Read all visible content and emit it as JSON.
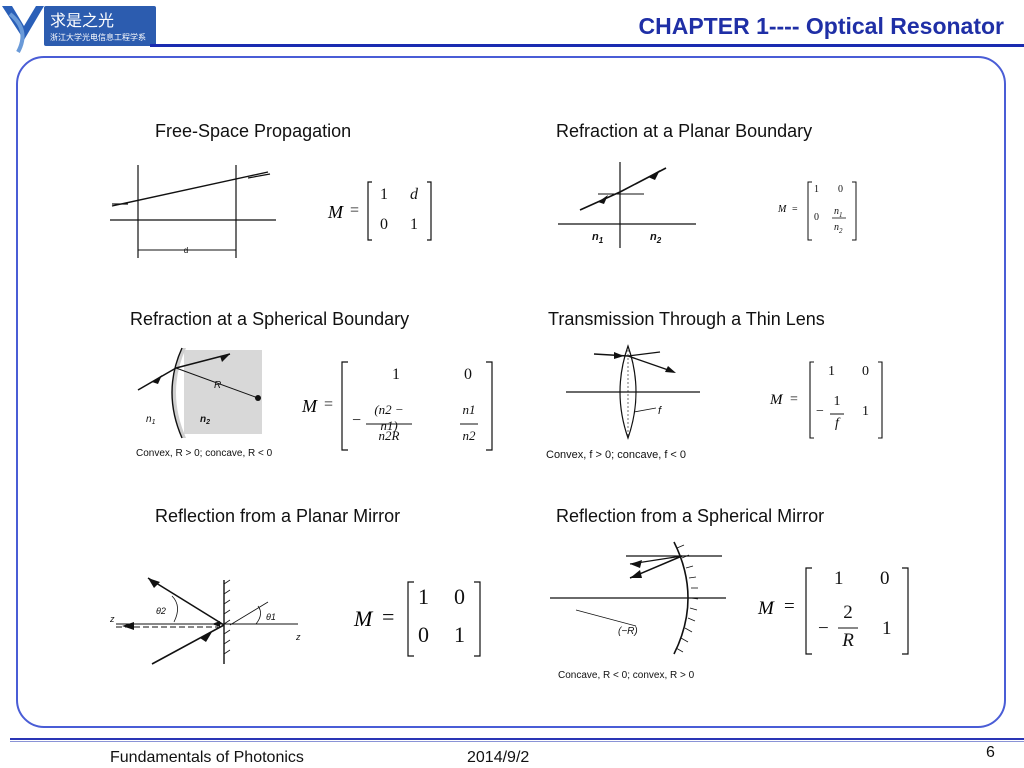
{
  "header": {
    "logo_text": "求是之光",
    "logo_subtitle": "浙江大学光电信息工程学系",
    "title": "CHAPTER 1---- Optical  Resonator"
  },
  "sections": {
    "free_space": {
      "title": "Free-Space Propagation",
      "diagram_label_d": "d",
      "m": "M",
      "a": "1",
      "b": "d",
      "c": "0",
      "d": "1"
    },
    "planar_boundary": {
      "title": "Refraction at a Planar Boundary",
      "n1": "n",
      "n1_sub": "1",
      "n2": "n",
      "n2_sub": "2",
      "m": "M",
      "a": "1",
      "b": "0",
      "c": "0",
      "d_num": "n",
      "d_num_sub": "1",
      "d_den": "n",
      "d_den_sub": "2"
    },
    "spherical_boundary": {
      "title": "Refraction at a Spherical Boundary",
      "label_R": "R",
      "label_n1": "n",
      "label_n1_sub": "1",
      "label_n2": "n",
      "label_n2_sub": "2",
      "caption": "Convex, R > 0; concave, R < 0",
      "m": "M",
      "a": "1",
      "b": "0",
      "c_num": "(n2 − n1)",
      "c_den": "n2R",
      "d_num": "n1",
      "d_den": "n2"
    },
    "thin_lens": {
      "title": "Transmission Through a Thin Lens",
      "label_f": "f",
      "caption": "Convex, f > 0; concave, f < 0",
      "m": "M",
      "a": "1",
      "b": "0",
      "c_num": "1",
      "c_den": "f",
      "d": "1"
    },
    "planar_mirror": {
      "title": "Reflection from a Planar Mirror",
      "label_theta2": "θ2",
      "label_theta1": "θ1",
      "label_z_left": "z",
      "label_z_right": "z",
      "m": "M",
      "a": "1",
      "b": "0",
      "c": "0",
      "d": "1"
    },
    "spherical_mirror": {
      "title": "Reflection from a Spherical Mirror",
      "label_R": "(−R)",
      "caption": "Concave, R < 0; convex, R > 0",
      "m": "M",
      "a": "1",
      "b": "0",
      "c_num": "2",
      "c_den": "R",
      "d": "1"
    }
  },
  "footer": {
    "course": "Fundamentals of Photonics",
    "date": "2014/9/2",
    "page": "6"
  }
}
